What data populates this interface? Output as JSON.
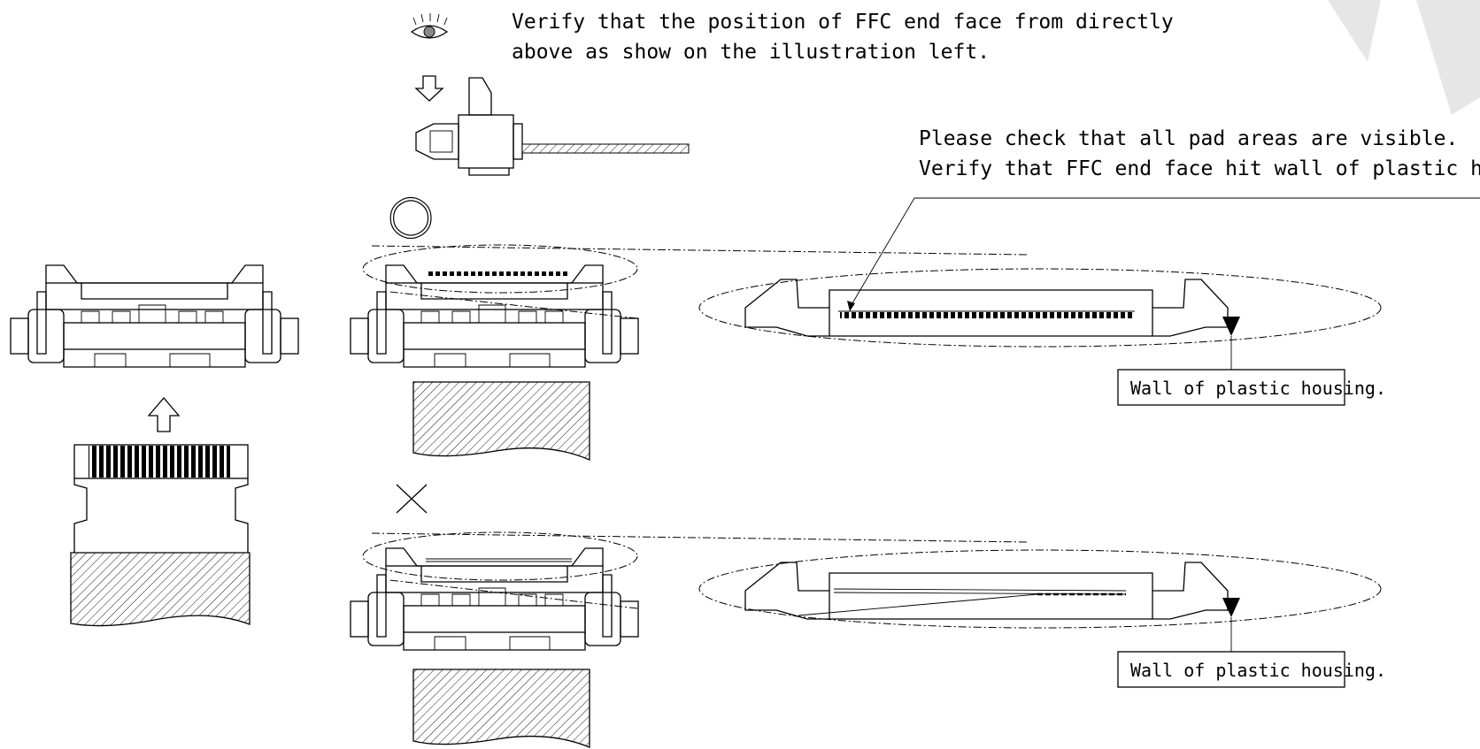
{
  "instruction": {
    "line1": "Verify that the position of FFC end face from directly",
    "line2": " above as show on the illustration left."
  },
  "callout": {
    "line1": "Please check that all pad areas are visible.",
    "line2": "Verify that FFC end face hit wall of plastic housing."
  },
  "labels": {
    "wall_good": "Wall of plastic housing.",
    "wall_bad": "Wall of plastic housing."
  },
  "marks": {
    "good": "○",
    "bad": "×"
  },
  "icons": {
    "eye": "eye-icon",
    "down_arrow": "arrow-down-icon",
    "up_arrow": "arrow-up-icon"
  },
  "colors": {
    "ink": "#000000",
    "watermark": "#e6e6e6"
  }
}
